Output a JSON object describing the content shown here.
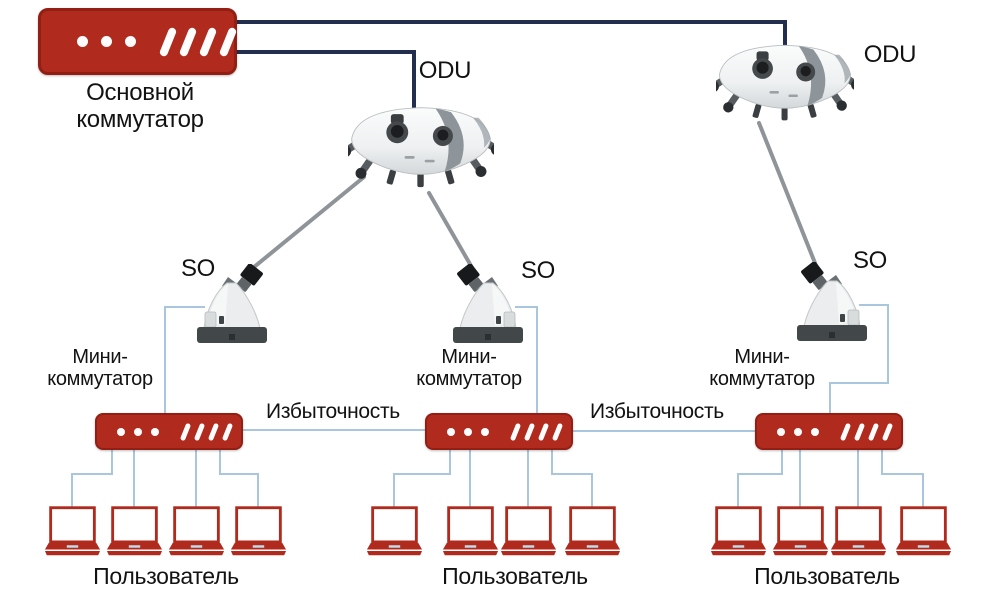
{
  "palette": {
    "device_red": "#b02a1e",
    "device_red_border": "#931f14",
    "backbone_navy": "#232e4f",
    "wireless_beam_gray": "#8f9499",
    "cable_light_blue": "#a9c6de",
    "text": "#121212"
  },
  "nodes": {
    "main_switch": {
      "label": [
        "Основной",
        "коммутатор"
      ]
    },
    "odu_units": [
      {
        "label": "ODU"
      },
      {
        "label": "ODU"
      }
    ],
    "so_units": [
      {
        "label": "SO"
      },
      {
        "label": "SO"
      },
      {
        "label": "SO"
      }
    ],
    "mini_switches": [
      {
        "label": [
          "Мини-",
          "коммутатор"
        ]
      },
      {
        "label": [
          "Мини-",
          "коммутатор"
        ]
      },
      {
        "label": [
          "Мини-",
          "коммутатор"
        ]
      }
    ],
    "user_groups": [
      {
        "label": "Пользователь",
        "laptop_count": 4
      },
      {
        "label": "Пользователь",
        "laptop_count": 4
      },
      {
        "label": "Пользователь",
        "laptop_count": 4
      }
    ]
  },
  "links": {
    "redundancy_labels": [
      "Избыточность",
      "Избыточность"
    ]
  }
}
